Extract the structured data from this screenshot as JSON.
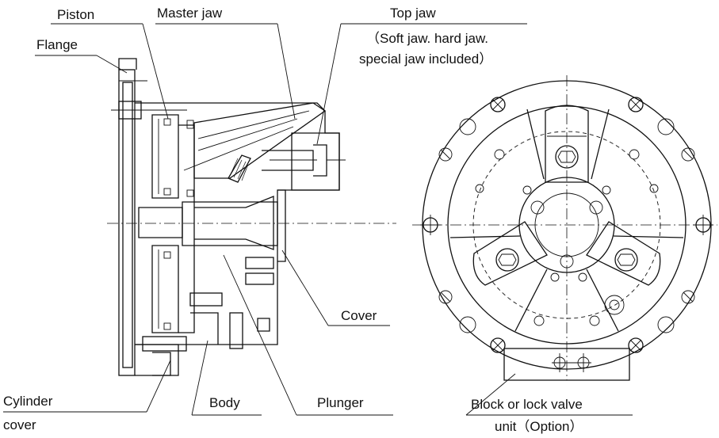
{
  "labels": {
    "piston": "Piston",
    "master_jaw": "Master jaw",
    "top_jaw": "Top jaw",
    "top_jaw_note_1": "（Soft jaw. hard jaw.",
    "top_jaw_note_2": "special jaw included）",
    "flange": "Flange",
    "cover": "Cover",
    "cylinder_1": "Cylinder",
    "cylinder_2": "cover",
    "body": "Body",
    "plunger": "Plunger",
    "block_1": "Block or lock valve",
    "block_2": "unit（Option）"
  }
}
